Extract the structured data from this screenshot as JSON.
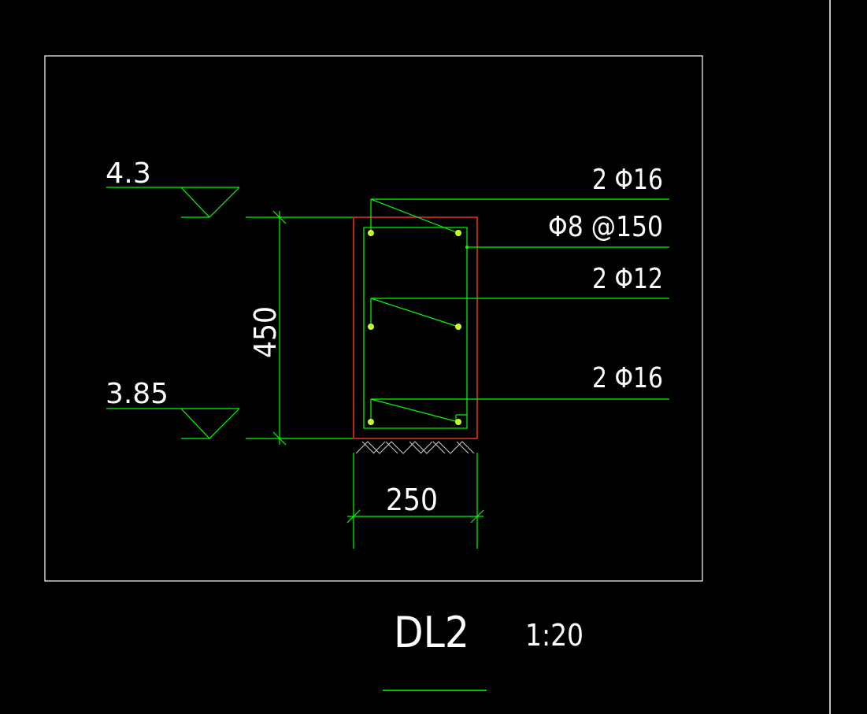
{
  "drawing": {
    "title": "DL2",
    "scale": "1:20",
    "elevations": {
      "top": "4.3",
      "bottom": "3.85"
    },
    "dimensions": {
      "height": "450",
      "width": "250"
    },
    "rebar_labels": {
      "top": "2 Φ16",
      "stirrup": "Φ8 @150",
      "middle": "2 Φ12",
      "bottom": "2 Φ16"
    }
  },
  "colors": {
    "background": "#000000",
    "frame": "#ffffff",
    "line": "#00ff00",
    "section_outline": "#ff3b1a",
    "rebar": "#c8ff32"
  }
}
